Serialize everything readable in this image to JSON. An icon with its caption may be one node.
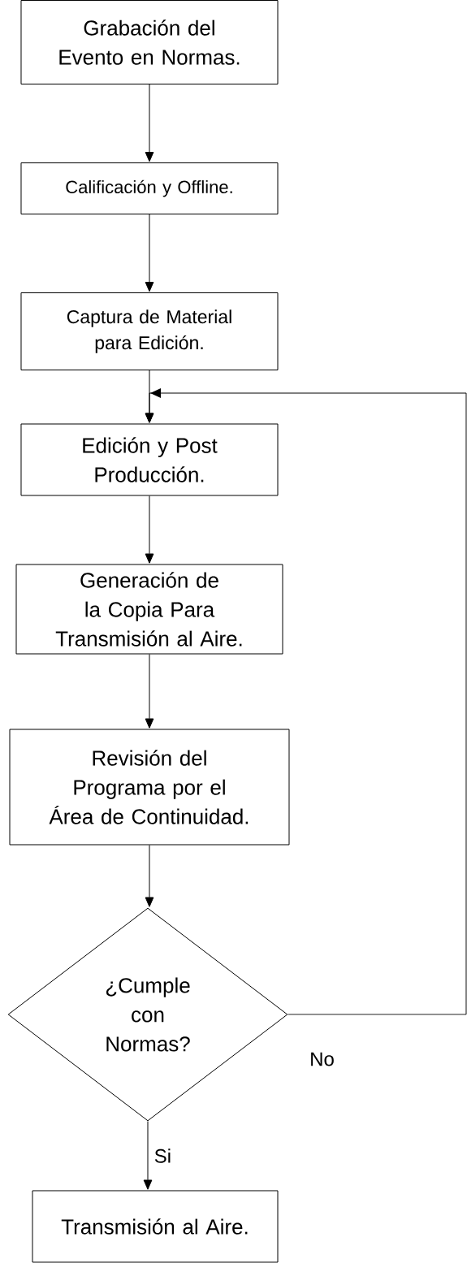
{
  "diagram": {
    "nodes": [
      {
        "text": [
          "Grabación del Evento en Normas."
        ]
      },
      {
        "text": [
          "Calificación y Offline."
        ]
      },
      {
        "text": [
          "Captura de Material para Edición."
        ]
      },
      {
        "text": [
          "Edición y Post Producción."
        ]
      },
      {
        "text": [
          "Generación de la Copia Para Transmisión al Aire."
        ]
      },
      {
        "text": [
          "Revisión del Programa por el Área de Continuidad."
        ]
      },
      {
        "text": [
          "¿Cumple con Normas?"
        ]
      },
      {
        "text": [
          "Transmisión al Aire."
        ]
      }
    ],
    "edges": [
      {
        "from": 0,
        "to": 1,
        "arrow": "to"
      },
      {
        "from": 1,
        "to": 2,
        "arrow": "to"
      },
      {
        "from": 2,
        "to": 3,
        "arrow": "to"
      },
      {
        "from": 3,
        "to": 4,
        "arrow": "to"
      },
      {
        "from": 4,
        "to": 5,
        "arrow": "to"
      },
      {
        "from": 5,
        "to": 6,
        "arrow": "to"
      },
      {
        "from": 6,
        "to": 7,
        "label": "Si",
        "arrow": "to"
      },
      {
        "from": 6,
        "to": 3,
        "label": "No",
        "arrow": "to"
      }
    ]
  }
}
